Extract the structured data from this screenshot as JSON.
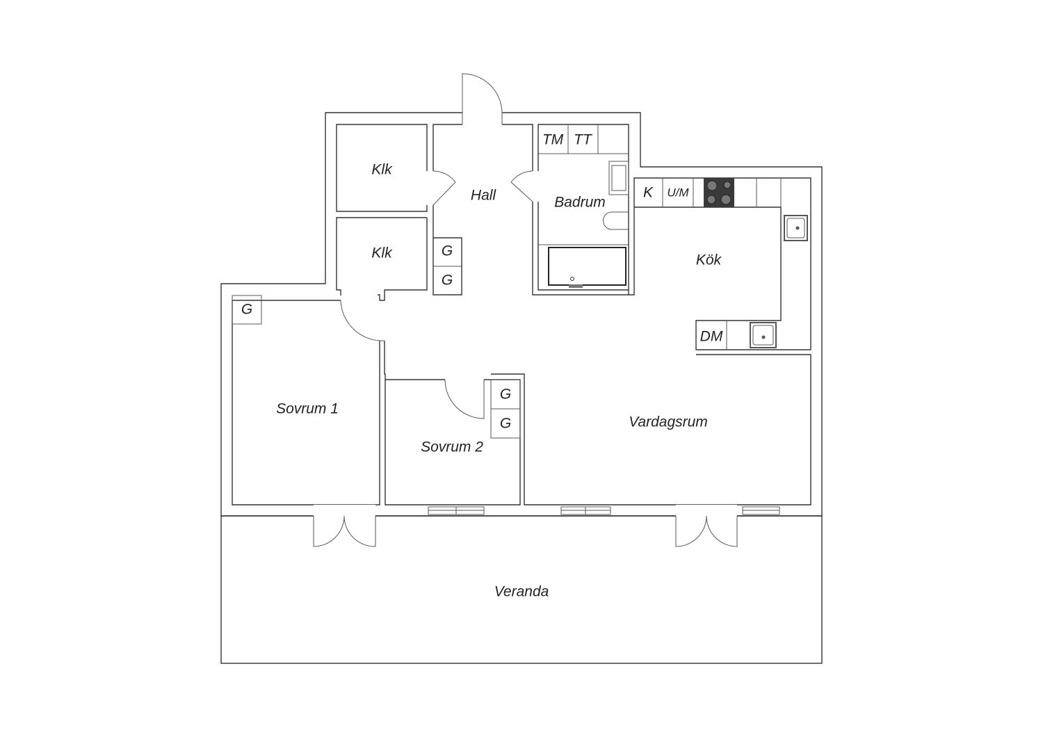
{
  "rooms": {
    "klk1": "Klk",
    "klk2": "Klk",
    "hall": "Hall",
    "badrum": "Badrum",
    "kok": "Kök",
    "sovrum1": "Sovrum 1",
    "sovrum2": "Sovrum 2",
    "vardagsrum": "Vardagsrum",
    "veranda": "Veranda"
  },
  "fixtures": {
    "tm": "TM",
    "tt": "TT",
    "k": "K",
    "um": "U/M",
    "dm": "DM",
    "g_hall_1": "G",
    "g_hall_2": "G",
    "g_sovrum1": "G",
    "g_sovrum2_1": "G",
    "g_sovrum2_2": "G"
  },
  "colors": {
    "stove": "#3a3a3a",
    "wall": "#333333"
  }
}
